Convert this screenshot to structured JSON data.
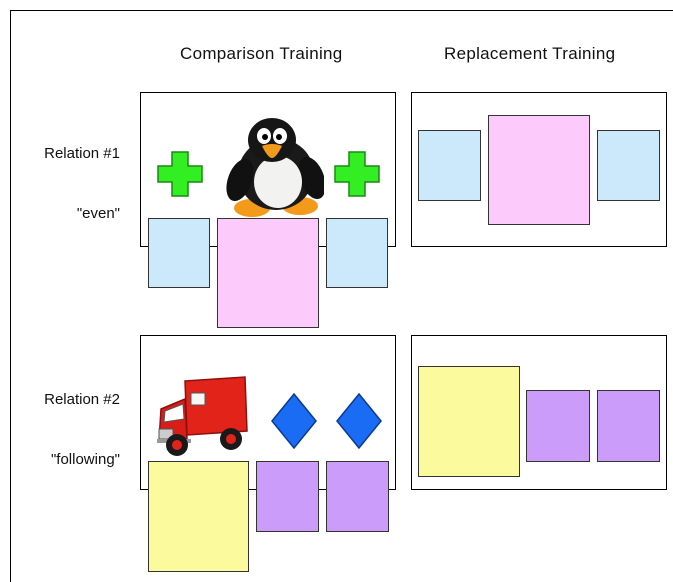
{
  "columns": {
    "comparison": "Comparison Training",
    "replacement": "Replacement Training"
  },
  "rows": [
    {
      "label_line1": "Relation #1",
      "label_line2": "\"even\""
    },
    {
      "label_line1": "Relation #2",
      "label_line2": "\"following\""
    }
  ],
  "icons": {
    "relation1_symbol": "green-plus-icon",
    "relation1_object": "penguin-plush-icon",
    "relation2_symbol": "blue-diamond-icon",
    "relation2_object": "red-truck-icon"
  },
  "colors": {
    "blue_square": "#cce9fb",
    "pink_square": "#fccafb",
    "yellow_square": "#fbfb9e",
    "purple_square": "#cc9cfa",
    "green_plus": "#33ee22",
    "blue_diamond": "#1a6cf5",
    "truck_red": "#e2231a"
  }
}
